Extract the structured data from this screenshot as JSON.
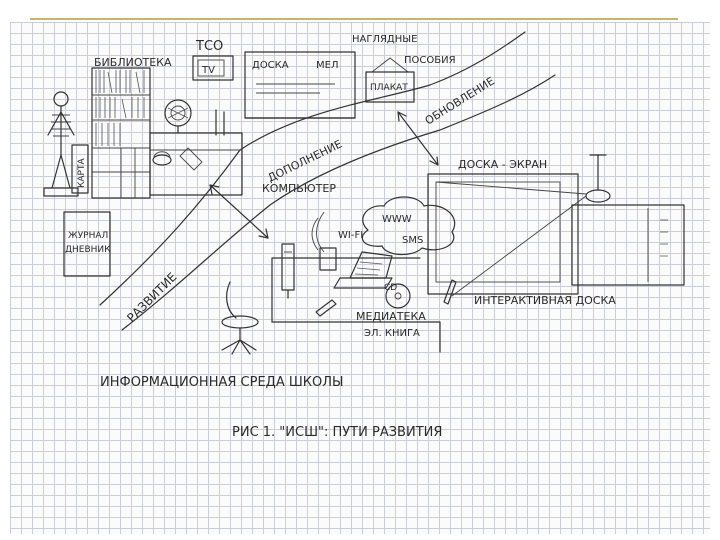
{
  "labels": {
    "tso": "ТСО",
    "tv": "TV",
    "library": "БИБЛИОТЕКА",
    "board_chalk": "ДОСКА",
    "chalk": "МЕЛ",
    "visual_aids_1": "НАГЛЯДНЫЕ",
    "visual_aids_2": "ПОСОБИЯ",
    "poster": "ПЛАКАТ",
    "map": "КАРТА",
    "journal_1": "ЖУРНАЛ",
    "journal_2": "ДНЕВНИК",
    "road_development": "РАЗВИТИЕ",
    "road_update": "ОБНОВЛЕНИЕ",
    "road_addition": "ДОПОЛНЕНИЕ",
    "computer": "КОМПЬЮТЕР",
    "screen_board": "ДОСКА - ЭКРАН",
    "www": "WWW",
    "sms": "SMS",
    "wifi": "WI-FI",
    "cd": "CD",
    "media_library": "МЕДИАТЕКА",
    "ebook": "ЭЛ. КНИГА",
    "interactive_board": "ИНТЕРАКТИВНАЯ ДОСКА",
    "info_environment": "ИНФОРМАЦИОННАЯ СРЕДА ШКОЛЫ",
    "caption": "РИС 1. \"ИСШ\": ПУТИ РАЗВИТИЯ"
  },
  "colors": {
    "ink": "#333333",
    "grid": "#c9ced9",
    "accent_line": "#c9b26a",
    "paper": "#fbfbfc"
  }
}
